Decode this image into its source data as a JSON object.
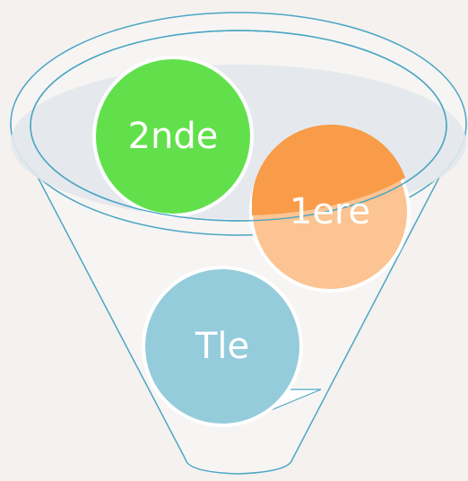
{
  "diagram": {
    "stages": [
      {
        "label": "2nde",
        "color": "#62e04b"
      },
      {
        "label": "1ere",
        "color": "#f89c4a",
        "color_light": "#fbc492"
      },
      {
        "label": "Tle",
        "color": "#95ccdc"
      }
    ]
  },
  "colors": {
    "background": "#f4f1ef",
    "funnel_outline": "#4ca6c4",
    "funnel_fill": "#f7f5f3",
    "funnel_inner_fill": "#e2e8ec"
  }
}
